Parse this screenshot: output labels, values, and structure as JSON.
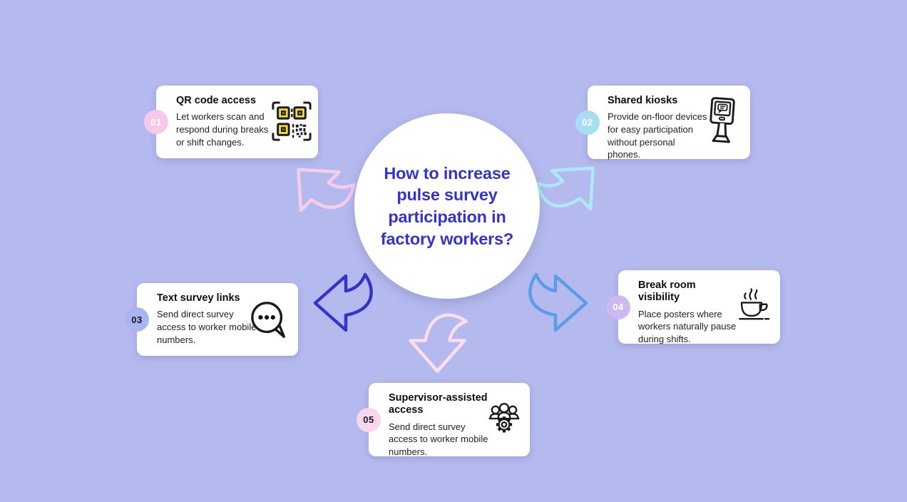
{
  "page": {
    "bg": "#b5baee"
  },
  "center": {
    "title": "How to increase pulse survey participation in factory workers?",
    "color": "#3434cb"
  },
  "cards": [
    {
      "number": "01",
      "title": "QR code access",
      "body": "Let workers scan and respond during breaks or shift changes.",
      "icon": "qr-code-icon",
      "badge_bg": "#f6c9e8",
      "badge_color": "#ffffff"
    },
    {
      "number": "02",
      "title": "Shared kiosks",
      "body": "Provide on-floor devices for easy participation without personal phones.",
      "icon": "kiosk-icon",
      "badge_bg": "#a7ddf2",
      "badge_color": "#ffffff"
    },
    {
      "number": "03",
      "title": "Text survey links",
      "body": "Send direct survey access to worker mobile numbers.",
      "icon": "chat-bubble-icon",
      "badge_bg": "#aab4ef",
      "badge_color": "#17171c"
    },
    {
      "number": "04",
      "title": "Break room visibility",
      "body": "Place posters where workers naturally pause during shifts.",
      "icon": "coffee-cup-icon",
      "badge_bg": "#ccb9f0",
      "badge_color": "#ffffff"
    },
    {
      "number": "05",
      "title": "Supervisor-assisted access",
      "body": "Send direct survey access to worker mobile numbers.",
      "icon": "team-gear-icon",
      "badge_bg": "#f8d6eb",
      "badge_color": "#17171c"
    }
  ],
  "arrows": {
    "upper_left": {
      "color": "#f8cde9",
      "direction": "up-left"
    },
    "upper_right": {
      "color": "#aee8f6",
      "direction": "up-right"
    },
    "left": {
      "color": "#3434cb",
      "direction": "left"
    },
    "right": {
      "color": "#5b9be7",
      "direction": "right"
    },
    "down": {
      "color": "#fbdff0",
      "direction": "down"
    }
  },
  "qr_colors": {
    "yellow": "#f9d43c",
    "green": "#3f9e4d"
  },
  "icon_stroke": "#1a1a1a"
}
